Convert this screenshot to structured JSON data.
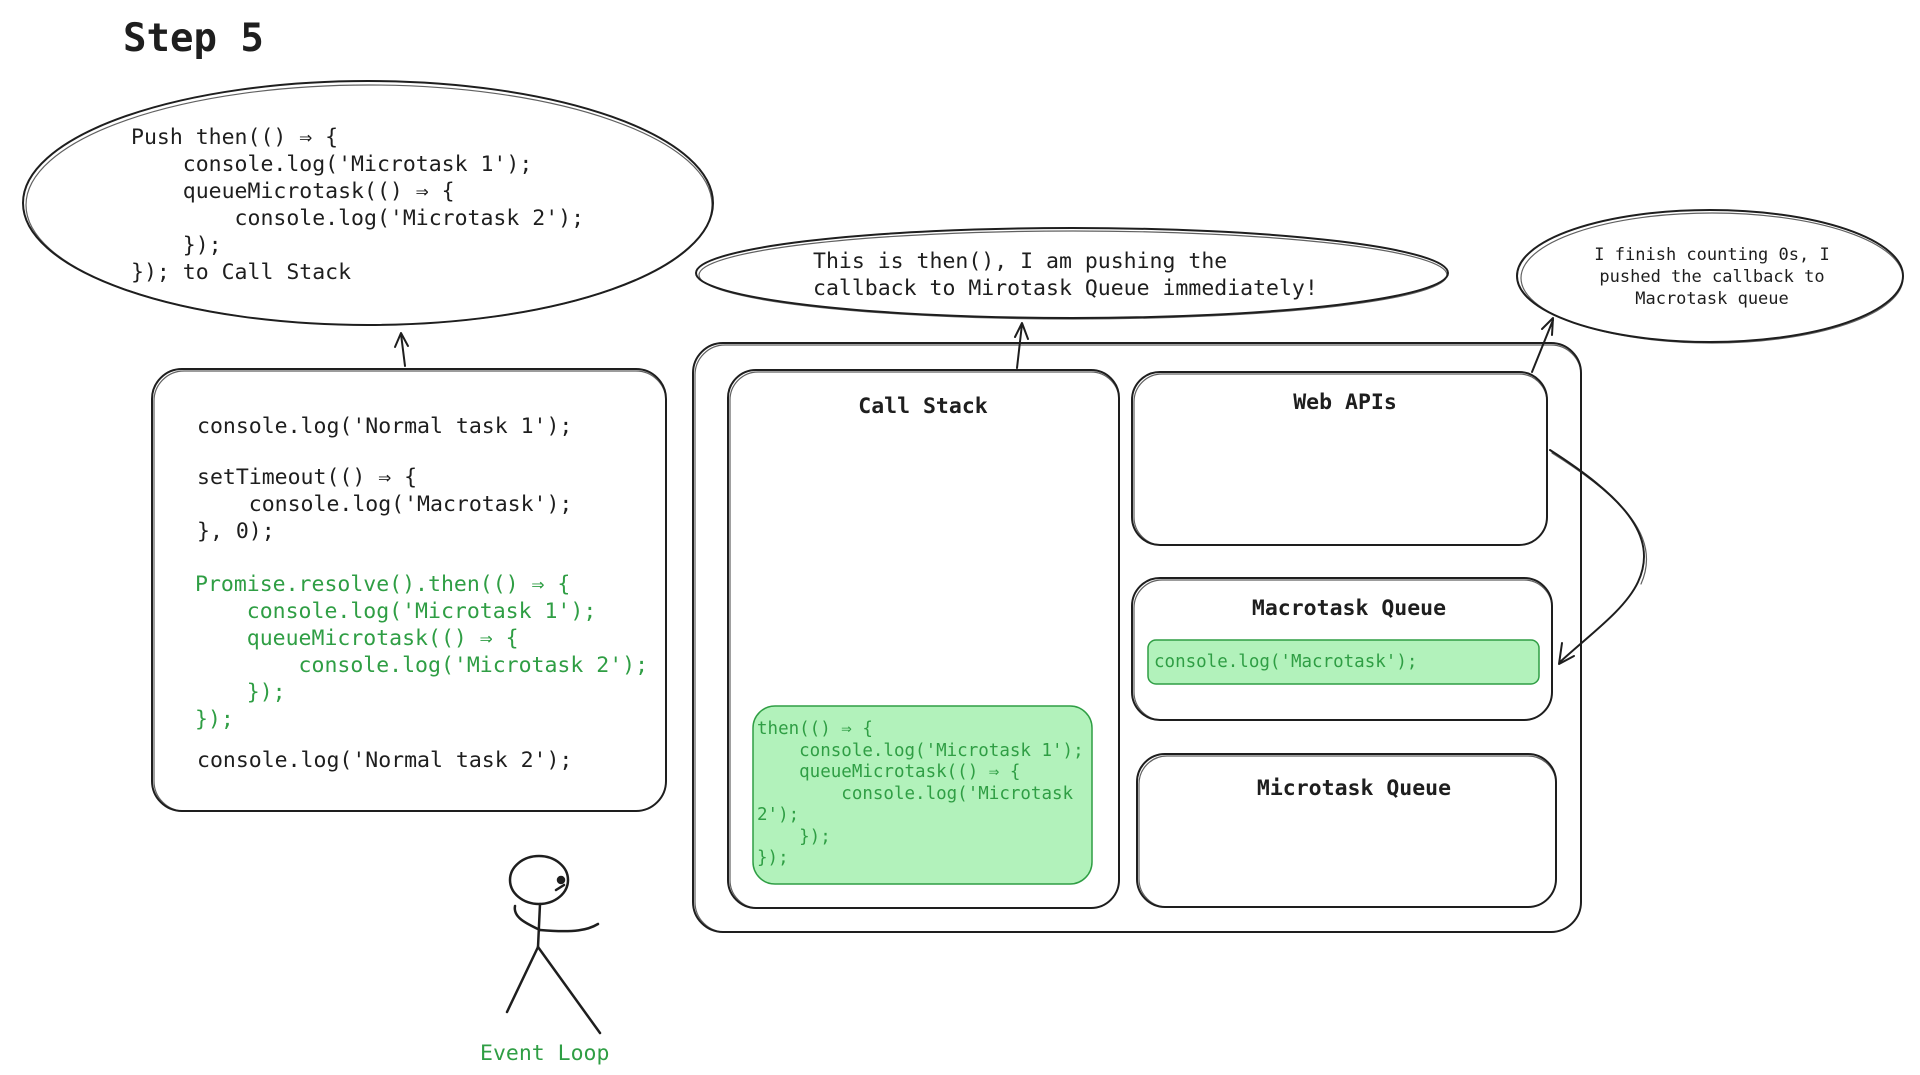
{
  "header": {
    "title": "Step 5"
  },
  "speech_bubbles": {
    "call_stack_note": "Push then(() ⇒ {\n    console.log('Microtask 1');\n    queueMicrotask(() ⇒ {\n        console.log('Microtask 2');\n    });\n}); to Call Stack",
    "then_note": "This is then(), I am pushing the\ncallback to Mirotask Queue immediately!",
    "web_api_note": "I finish counting 0s, I\npushed the callback to\nMacrotask queue"
  },
  "source_code": {
    "line_normal_1": "console.log('Normal task 1');",
    "block_timeout": "setTimeout(() ⇒ {\n    console.log('Macrotask');\n}, 0);",
    "block_promise": "Promise.resolve().then(() ⇒ {\n    console.log('Microtask 1');\n    queueMicrotask(() ⇒ {\n        console.log('Microtask 2');\n    });\n});",
    "line_normal_2": "console.log('Normal task 2');"
  },
  "runtime": {
    "call_stack": {
      "title": "Call Stack",
      "item": "then(() ⇒ {\n    console.log('Microtask 1');\n    queueMicrotask(() ⇒ {\n        console.log('Microtask \n2');\n    });\n});"
    },
    "web_apis": {
      "title": "Web APIs"
    },
    "macrotask_queue": {
      "title": "Macrotask Queue",
      "item": "console.log('Macrotask');"
    },
    "microtask_queue": {
      "title": "Microtask Queue"
    }
  },
  "actor": {
    "label": "Event Loop"
  },
  "colors": {
    "stroke": "#1e1e1e",
    "highlight_fill": "#b2f2bb",
    "highlight_stroke": "#2f9e44",
    "highlight_text": "#2f9e44"
  }
}
